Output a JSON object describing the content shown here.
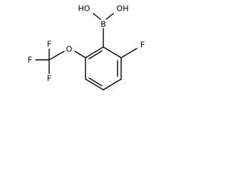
{
  "molecule": {
    "atoms": {
      "ho_left": "HO",
      "oh_right": "OH",
      "boron": "B",
      "fluoro": "F",
      "ether_oxygen": "O",
      "cf3_f_top": "F",
      "cf3_f_left": "F",
      "cf3_f_bottom": "F"
    }
  }
}
